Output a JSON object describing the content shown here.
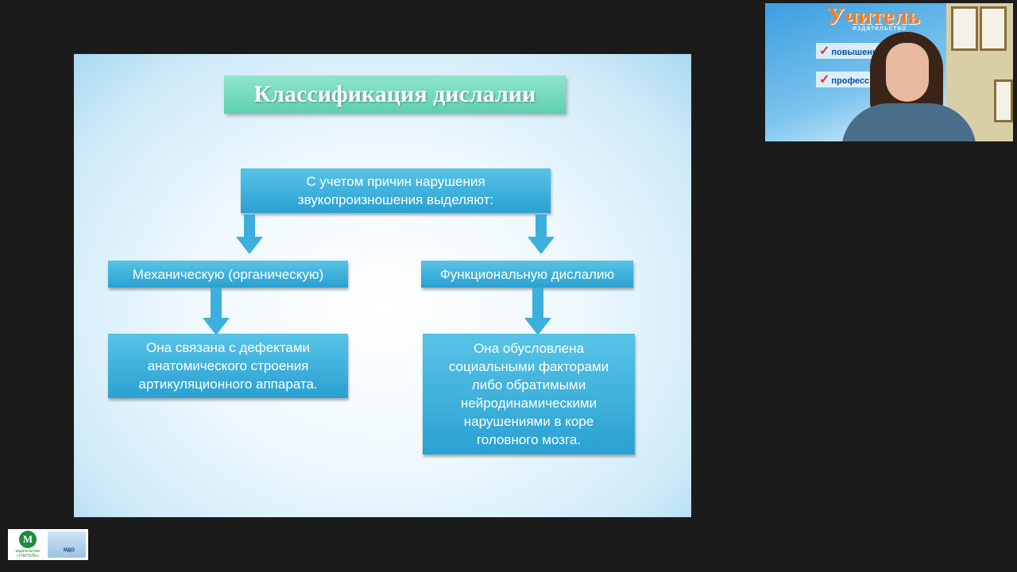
{
  "slide": {
    "title": "Классификация дислалии",
    "root": "С учетом причин нарушения\nзвукопроизношения выделяют:",
    "left_branch": "Механическую (органическую)",
    "right_branch": "Функциональную дислалию",
    "left_desc": "Она связана с дефектами\nанатомического строения\nартикуляционного аппарата.",
    "right_desc": "Она обусловлена\nсоциальными факторами\nлибо обратимыми\nнейродинамическими\nнарушениями в коре\nголовного мозга."
  },
  "webcam": {
    "logo": "Учитель",
    "sub": "издательство",
    "line1": "повышение квалиф",
    "line2": "професс пере"
  },
  "corner_logo": {
    "letter": "М",
    "caption": "издательство «УЧИТЕЛЬ»",
    "mdo": "МДО"
  },
  "colors": {
    "box_blue": "#2aa1d2",
    "title_green": "#5fcfae",
    "background": "#1b1b1b"
  }
}
